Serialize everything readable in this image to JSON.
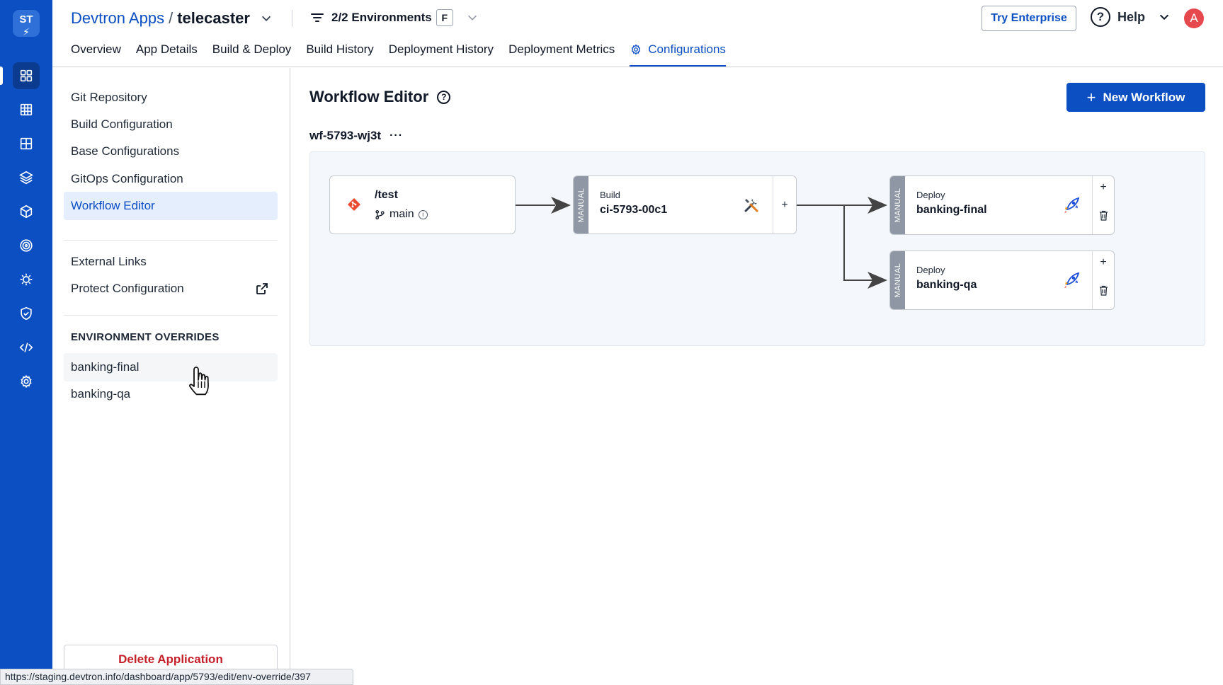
{
  "rail": {
    "logo_text": "ST",
    "items": [
      "apps-icon",
      "grid-icon",
      "table-icon",
      "stack-icon",
      "cube-icon",
      "target-icon",
      "bug-icon",
      "shield-icon",
      "code-icon",
      "gear-icon"
    ],
    "active_index": 0
  },
  "header": {
    "breadcrumb_root": "Devtron Apps",
    "breadcrumb_separator": "/",
    "app_name": "telecaster",
    "environments": "2/2 Environments",
    "env_badge": "F",
    "try_enterprise": "Try Enterprise",
    "help": "Help",
    "avatar_letter": "A"
  },
  "tabs": [
    {
      "label": "Overview"
    },
    {
      "label": "App Details"
    },
    {
      "label": "Build & Deploy"
    },
    {
      "label": "Build History"
    },
    {
      "label": "Deployment History"
    },
    {
      "label": "Deployment Metrics"
    },
    {
      "label": "Configurations",
      "active": true
    }
  ],
  "sidebar": {
    "items": [
      {
        "label": "Git Repository"
      },
      {
        "label": "Build Configuration"
      },
      {
        "label": "Base Configurations"
      },
      {
        "label": "GitOps Configuration"
      },
      {
        "label": "Workflow Editor",
        "active": true
      }
    ],
    "secondary_items": [
      {
        "label": "External Links"
      },
      {
        "label": "Protect Configuration"
      }
    ],
    "env_overrides_heading": "ENVIRONMENT OVERRIDES",
    "env_overrides": [
      {
        "label": "banking-final"
      },
      {
        "label": "banking-qa"
      }
    ],
    "delete_button": "Delete Application"
  },
  "main": {
    "title": "Workflow Editor",
    "new_workflow_button": "New Workflow",
    "workflow": {
      "name": "wf-5793-wj3t",
      "menu": "···",
      "source": {
        "path": "/test",
        "branch": "main"
      },
      "build": {
        "trigger": "MANUAL",
        "label": "Build",
        "name": "ci-5793-00c1",
        "add": "+"
      },
      "deployments": [
        {
          "trigger": "MANUAL",
          "label": "Deploy",
          "name": "banking-final",
          "add": "+"
        },
        {
          "trigger": "MANUAL",
          "label": "Deploy",
          "name": "banking-qa",
          "add": "+"
        }
      ]
    }
  },
  "status_url": "https://staging.devtron.info/dashboard/app/5793/edit/env-override/397",
  "colors": {
    "brand": "#0b4fc2",
    "danger": "#c51f2a",
    "manual_tag": "#8e97a3"
  }
}
